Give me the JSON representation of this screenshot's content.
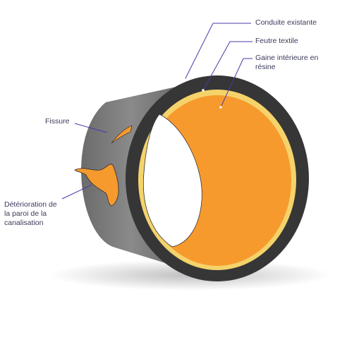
{
  "labels": {
    "existing_pipe": "Conduite existante",
    "textile_felt": "Feutre textile",
    "resin_liner_line1": "Gaine intérieure en",
    "resin_liner_line2": "résine",
    "crack": "Fissure",
    "deterioration_line1": "Détérioration de",
    "deterioration_line2": "la paroi de la",
    "deterioration_line3": "canalisation"
  },
  "colors": {
    "pipe_body": "#5a5a5a",
    "pipe_rim": "#3a3a3a",
    "felt": "#f5d36b",
    "resin": "#f79a2e",
    "interior": "#ffffff",
    "leader_line": "#4a3aa8"
  }
}
